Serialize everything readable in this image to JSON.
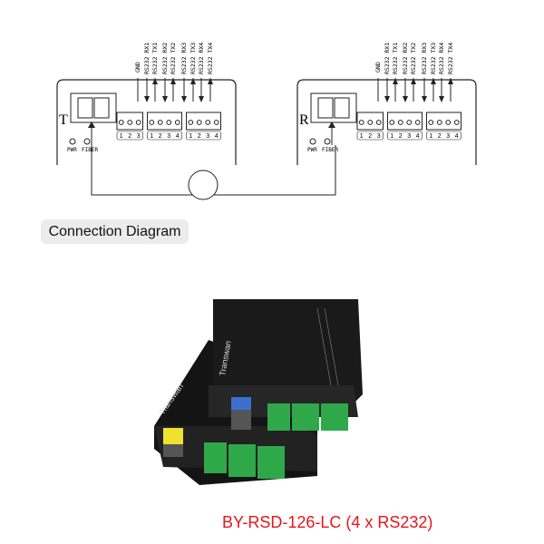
{
  "panels": [
    {
      "letter": "T",
      "side": "transmitter"
    },
    {
      "letter": "R",
      "side": "receiver"
    }
  ],
  "signal_labels": [
    "GND",
    "RS232 RX1",
    "RS232 TX1",
    "RS232 RX2",
    "RS232 TX2",
    "RS232 RX3",
    "RS232 TX3",
    "RS232 RX4",
    "RS232 TX4"
  ],
  "terminal_groups": [
    [
      "1",
      "2",
      "3"
    ],
    [
      "1",
      "2",
      "3",
      "4"
    ],
    [
      "1",
      "2",
      "3",
      "4"
    ]
  ],
  "leds": [
    "PWR",
    "FIBER"
  ],
  "caption": "Connection Diagram",
  "product": {
    "brand": "Transwan",
    "model": "BY-RSD-126-LC (4 x RS232)"
  },
  "colors": {
    "caption_bg": "#ececec",
    "model_text": "#e8141a",
    "terminal_green": "#2fa84a",
    "device_body": "#1c1c1c"
  }
}
